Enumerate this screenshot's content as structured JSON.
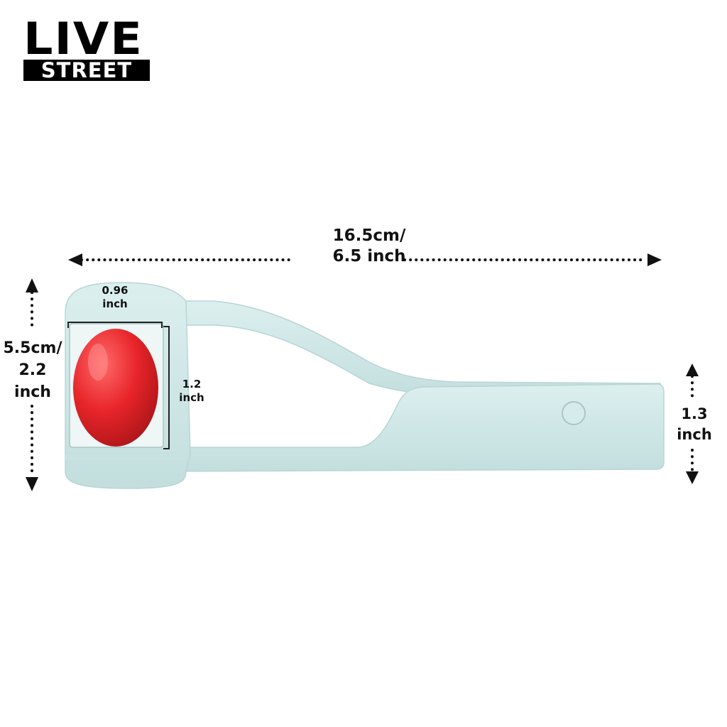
{
  "logo": {
    "line1": "LIVE",
    "line2": "STREET"
  },
  "product": {
    "name_icon": "tomato-slicer-illustration",
    "body_color": "#cfe7e7",
    "tomato_color": "#e8252a"
  },
  "dimensions": {
    "total_length_cm": "16.5cm/",
    "total_length_in": "6.5 inch",
    "height_cm": "5.5cm/",
    "height_in_value": "2.2",
    "height_in_unit": "inch",
    "inner_width_value": "0.96",
    "inner_width_unit": "inch",
    "inner_height_value": "1.2",
    "inner_height_unit": "inch",
    "end_height_value": "1.3",
    "end_height_unit": "inch"
  }
}
